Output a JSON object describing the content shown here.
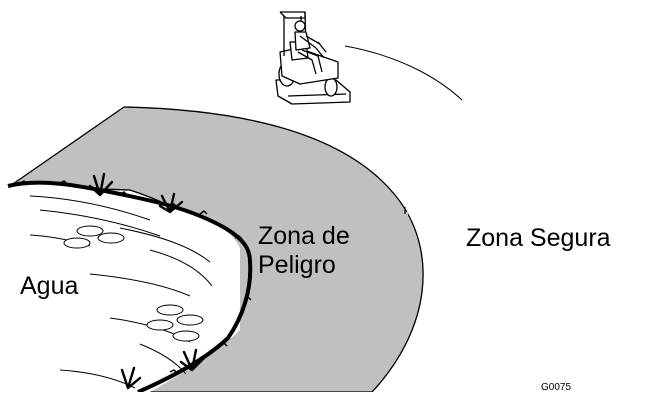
{
  "labels": {
    "water": "Agua",
    "danger_zone_line1": "Zona de",
    "danger_zone_line2": "Peligro",
    "safe_zone": "Zona Segura",
    "figure_code": "G0075"
  },
  "colors": {
    "danger_zone_fill": "#c0c0c0",
    "ink": "#000000",
    "background": "#ffffff"
  },
  "icons": {
    "mower": "zero-turn-riding-mower-icon",
    "plants": "aquatic-plant-icon",
    "stones": "pebble-icon"
  }
}
